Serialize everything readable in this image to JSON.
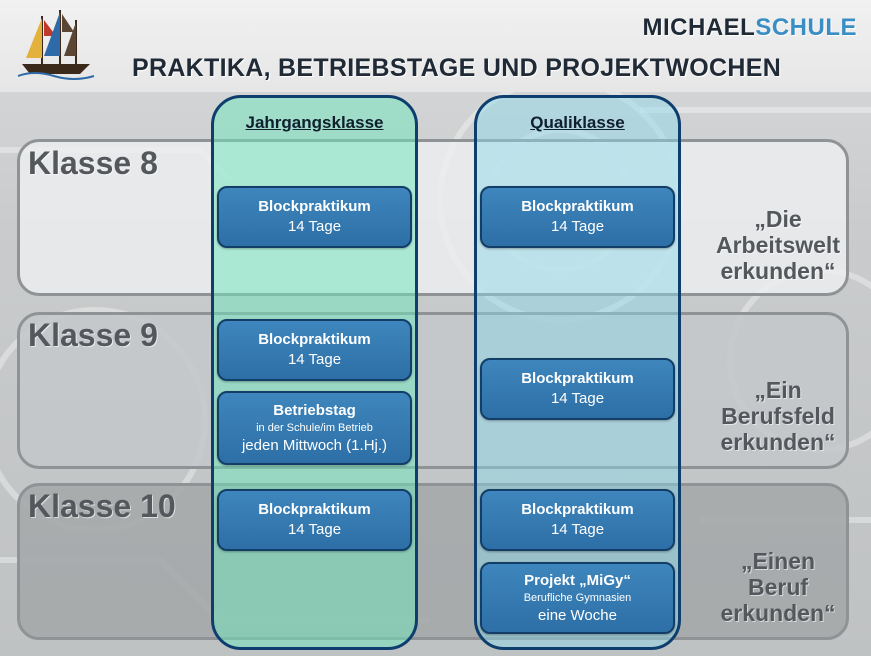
{
  "header": {
    "school_name_part1": "MICHAEL",
    "school_name_part2": "SCHULE",
    "title": "PRAKTIKA, BETRIEBSTAGE UND PROJEKTWOCHEN",
    "logo_icon": "sailing-ship-icon"
  },
  "colors": {
    "accent_blue": "#3a8ec6",
    "box_blue": "#2f72a9",
    "column_a_tint": "#6ee8be",
    "column_b_tint": "#8adaec"
  },
  "columns": [
    {
      "label": "Jahrgangsklasse"
    },
    {
      "label": "Qualiklasse"
    }
  ],
  "rows": [
    {
      "label": "Klasse 8",
      "motto_l1": "„Die",
      "motto_l2": "Arbeitswelt",
      "motto_l3": "erkunden“"
    },
    {
      "label": "Klasse 9",
      "motto_l1": "„Ein",
      "motto_l2": "Berufsfeld",
      "motto_l3": "erkunden“"
    },
    {
      "label": "Klasse 10",
      "motto_l1": "„Einen",
      "motto_l2": "Beruf",
      "motto_l3": "erkunden“"
    }
  ],
  "boxes": {
    "r8_a": {
      "title": "Blockpraktikum",
      "detail": "14 Tage"
    },
    "r8_b": {
      "title": "Blockpraktikum",
      "detail": "14 Tage"
    },
    "r9_a1": {
      "title": "Blockpraktikum",
      "detail": "14 Tage"
    },
    "r9_a2": {
      "title": "Betriebstag",
      "sub": "in der Schule/im Betrieb",
      "detail": "jeden Mittwoch (1.Hj.)"
    },
    "r9_b": {
      "title": "Blockpraktikum",
      "detail": "14 Tage"
    },
    "r10_a": {
      "title": "Blockpraktikum",
      "detail": "14 Tage"
    },
    "r10_b1": {
      "title": "Blockpraktikum",
      "detail": "14 Tage"
    },
    "r10_b2": {
      "title": "Projekt „MiGy“",
      "sub": "Berufliche Gymnasien",
      "detail": "eine Woche"
    }
  }
}
